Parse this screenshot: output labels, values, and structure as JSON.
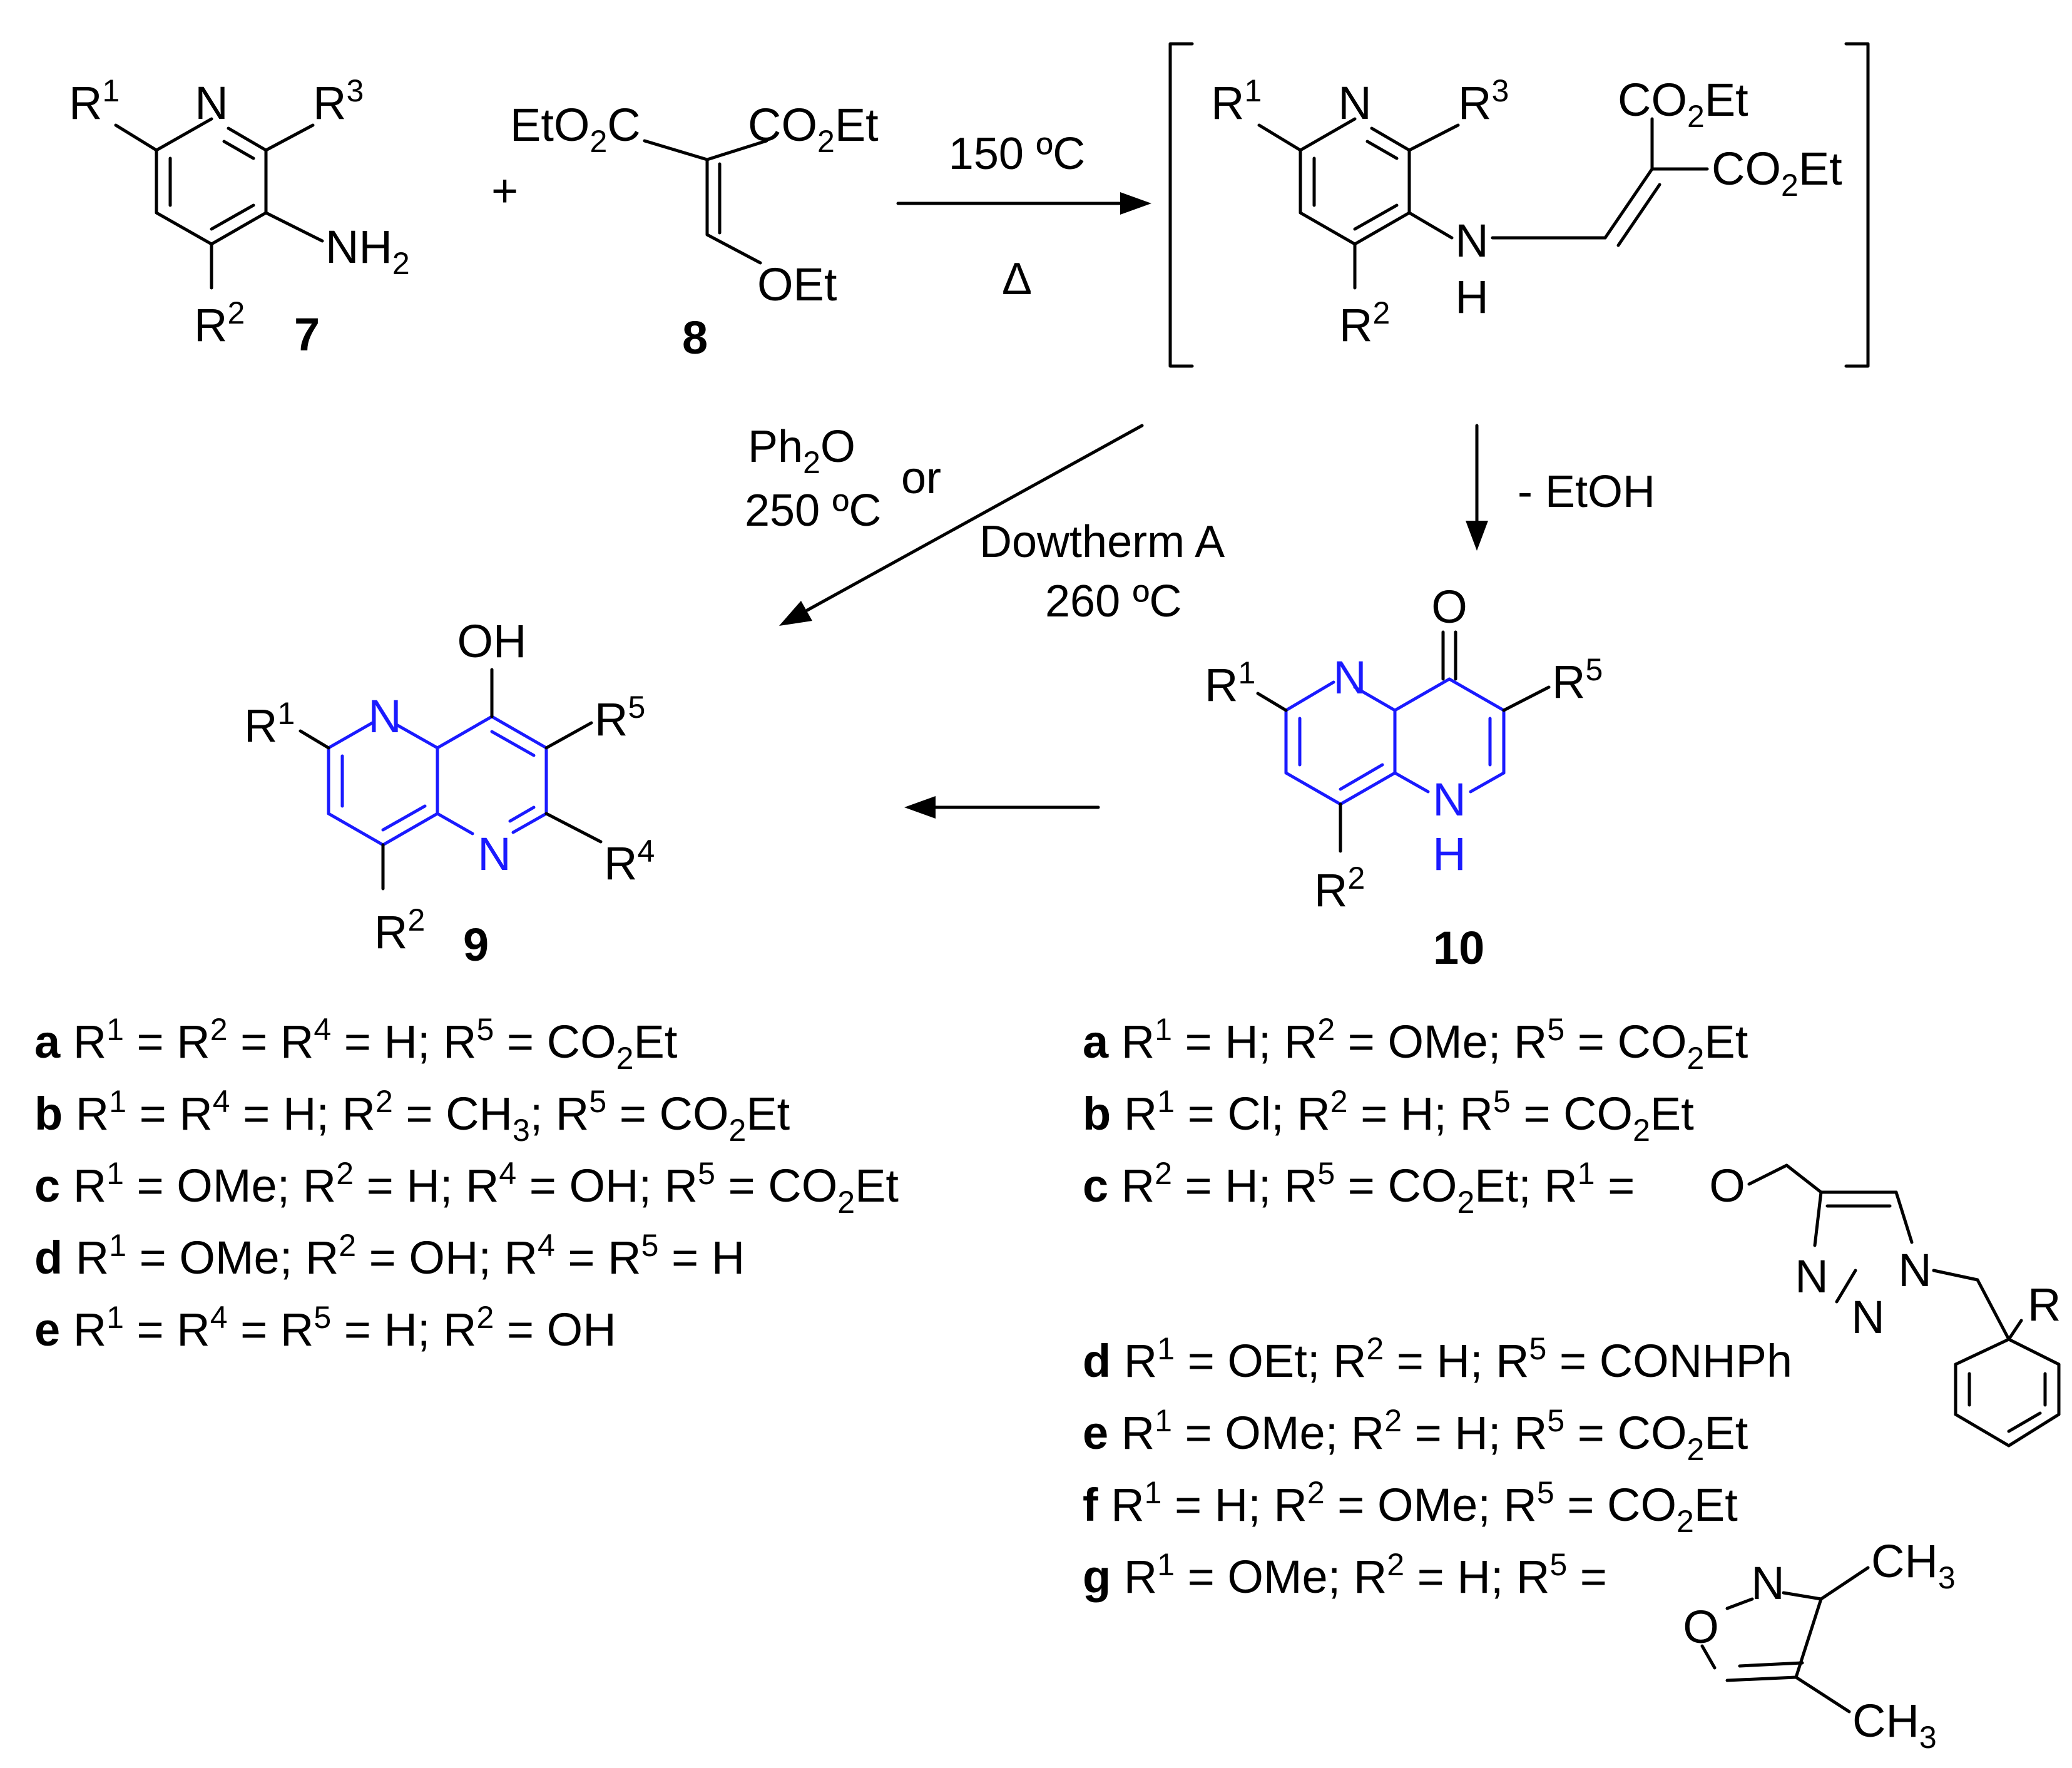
{
  "colors": {
    "ring_highlight": "#1a1aff",
    "ink": "#000000",
    "background": "#ffffff"
  },
  "compounds": {
    "c7": {
      "number": "7"
    },
    "c8": {
      "number": "8",
      "group_left": "EtO2C",
      "group_right": "CO2Et",
      "group_bottom": "OEt"
    },
    "c9": {
      "number": "9"
    },
    "c10": {
      "number": "10"
    }
  },
  "symbols": {
    "plus": "+",
    "N": "N",
    "O": "O",
    "H": "H",
    "OH": "OH",
    "NH": "N",
    "delta": "Δ"
  },
  "conditions": {
    "step1_top": "150 ºC",
    "step1_bottom": "Δ",
    "step2": "- EtOH",
    "step3_a": "Ph2O",
    "step3_b": "250 ºC",
    "step3_or": "or",
    "step3_c": "Dowtherm A",
    "step3_d": "260 ºC"
  },
  "substituents_9": [
    {
      "letter": "a",
      "text": "R1 = R2 = R4 = H; R5 = CO2Et"
    },
    {
      "letter": "b",
      "text": "R1 = R4 = H; R2 = CH3; R5 = CO2Et"
    },
    {
      "letter": "c",
      "text": "R1 = OMe; R2 = H; R4 = OH; R5 = CO2Et"
    },
    {
      "letter": "d",
      "text": "R1 = OMe; R2 = OH; R4 = R5 = H"
    },
    {
      "letter": "e",
      "text": "R1 = R4 =  R5 = H; R2 = OH"
    }
  ],
  "substituents_10": [
    {
      "letter": "a",
      "text": "R1 = H; R2 = OMe; R5 = CO2Et"
    },
    {
      "letter": "b",
      "text": "R1 = Cl; R2 = H; R5 = CO2Et"
    },
    {
      "letter": "c",
      "text": "R2 = H; R5 = CO2Et; R1 ="
    },
    {
      "letter": "d",
      "text": "R1 = OEt; R2 = H; R5 = CONHPh"
    },
    {
      "letter": "e",
      "text": "R1 = OMe; R2 = H; R5 = CO2Et"
    },
    {
      "letter": "f",
      "text": "R1 = H; R2 = OMe; R5 = CO2Et"
    },
    {
      "letter": "g",
      "text": "R1 = OMe; R2 = H; R5 ="
    }
  ]
}
